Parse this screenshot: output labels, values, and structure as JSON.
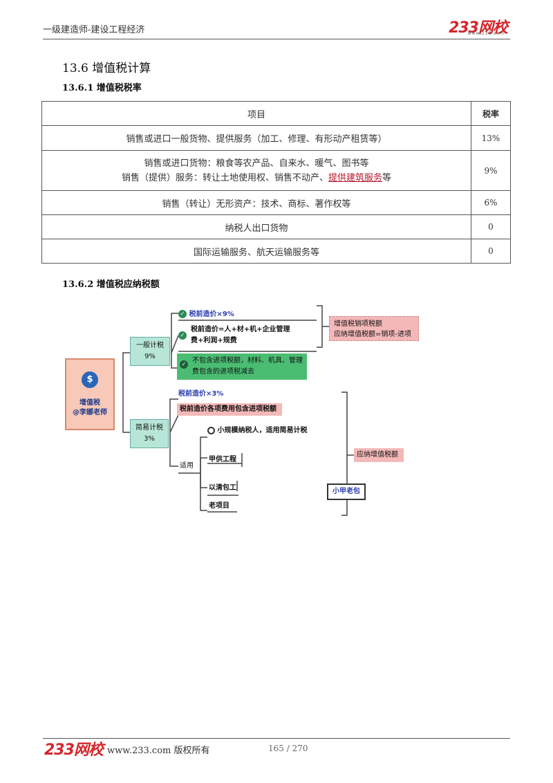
{
  "header": {
    "title": "一级建造师-建设工程经济",
    "logo_text": "233网校",
    "logo_url": "www.233.com"
  },
  "section": {
    "title": "13.6 增值税计算",
    "sub1": "13.6.1 增值税税率",
    "sub2": "13.6.2 增值税应纳税额"
  },
  "table": {
    "headers": [
      "项目",
      "税率"
    ],
    "rows": [
      {
        "item": "销售或进口一般货物、提供服务（加工、修理、有形动产租赁等）",
        "rate": "13%"
      },
      {
        "item_line1": "销售或进口货物：粮食等农产品、自来水、暖气、图书等",
        "item_line2_pre": "销售（提供）服务：转让土地使用权、销售不动产、",
        "item_line2_hl": "提供建筑服务",
        "item_line2_post": "等",
        "rate": "9%"
      },
      {
        "item": "销售（转让）无形资产：技术、商标、著作权等",
        "rate": "6%"
      },
      {
        "item": "纳税人出口货物",
        "rate": "0"
      },
      {
        "item": "国际运输服务、航天运输服务等",
        "rate": "0"
      }
    ]
  },
  "mindmap": {
    "root_line1": "增值税",
    "root_line2": "@李娜老师",
    "general_line1": "一般计税",
    "general_line2": "9%",
    "g1": "税前造价×9%",
    "g2_line1": "税前造价=人+材+机+企业管理",
    "g2_line2": "费+利润+规费",
    "g3_line1": "不包含进项税额，材料、机具、管理",
    "g3_line2": "费包含的进项税减去",
    "g_note_line1": "增值税销项税额",
    "g_note_line2": "应纳增值税额=销项-进项",
    "simple_line1": "简易计税",
    "simple_line2": "3%",
    "s1": "税前造价×3%",
    "s2": "税前造价各项费用包含进项税额",
    "s_apply": "适用",
    "s3": "小规模纳税人，适用简易计税",
    "s4": "甲供工程",
    "s5": "以清包工",
    "s6": "老项目",
    "s_note": "应纳增值税额",
    "s_tag": "小甲老包"
  },
  "footer": {
    "logo_text": "233网校",
    "url": "www.233.com 版权所有",
    "page": "165 / 270"
  }
}
